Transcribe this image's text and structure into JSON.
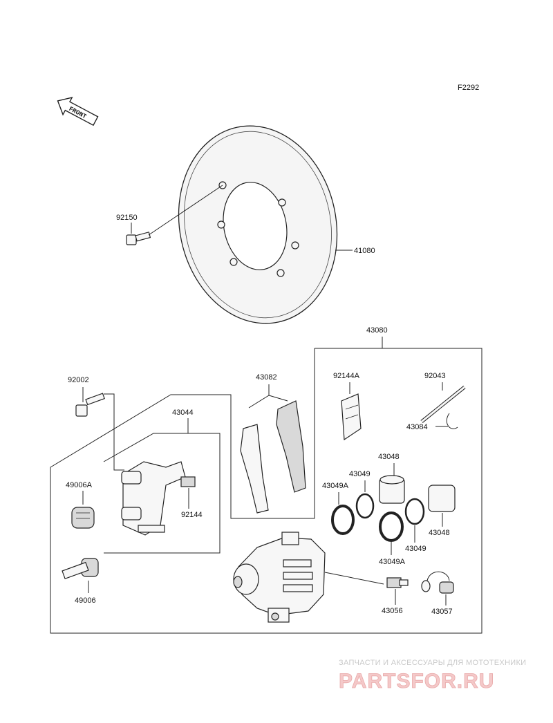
{
  "figure_code": "F2292",
  "front_arrow": {
    "label": "FRONT",
    "icon": "front-arrow-icon"
  },
  "parts": {
    "disc": "41080",
    "disc_bolt": "92150",
    "caliper_assy": "43080",
    "pad_set": "43082",
    "caliper_bolt": "92002",
    "bracket": "43044",
    "boot_a": "49006A",
    "boot": "49006",
    "pad_spring": "92144",
    "pad_spring_a": "92144A",
    "pad_pin": "92043",
    "pin_clip": "43084",
    "piston_left": "43048",
    "piston_right": "43048",
    "seal_left": "43049",
    "seal_right": "43049",
    "seal_a_left": "43049A",
    "seal_a_right": "43049A",
    "bleeder": "43056",
    "bleeder_cap": "43057"
  },
  "watermark": {
    "tagline": "ЗАПЧАСТИ И АКСЕССУАРЫ ДЛЯ МОТОТЕХНИКИ",
    "site": "PARTSFOR.RU"
  }
}
